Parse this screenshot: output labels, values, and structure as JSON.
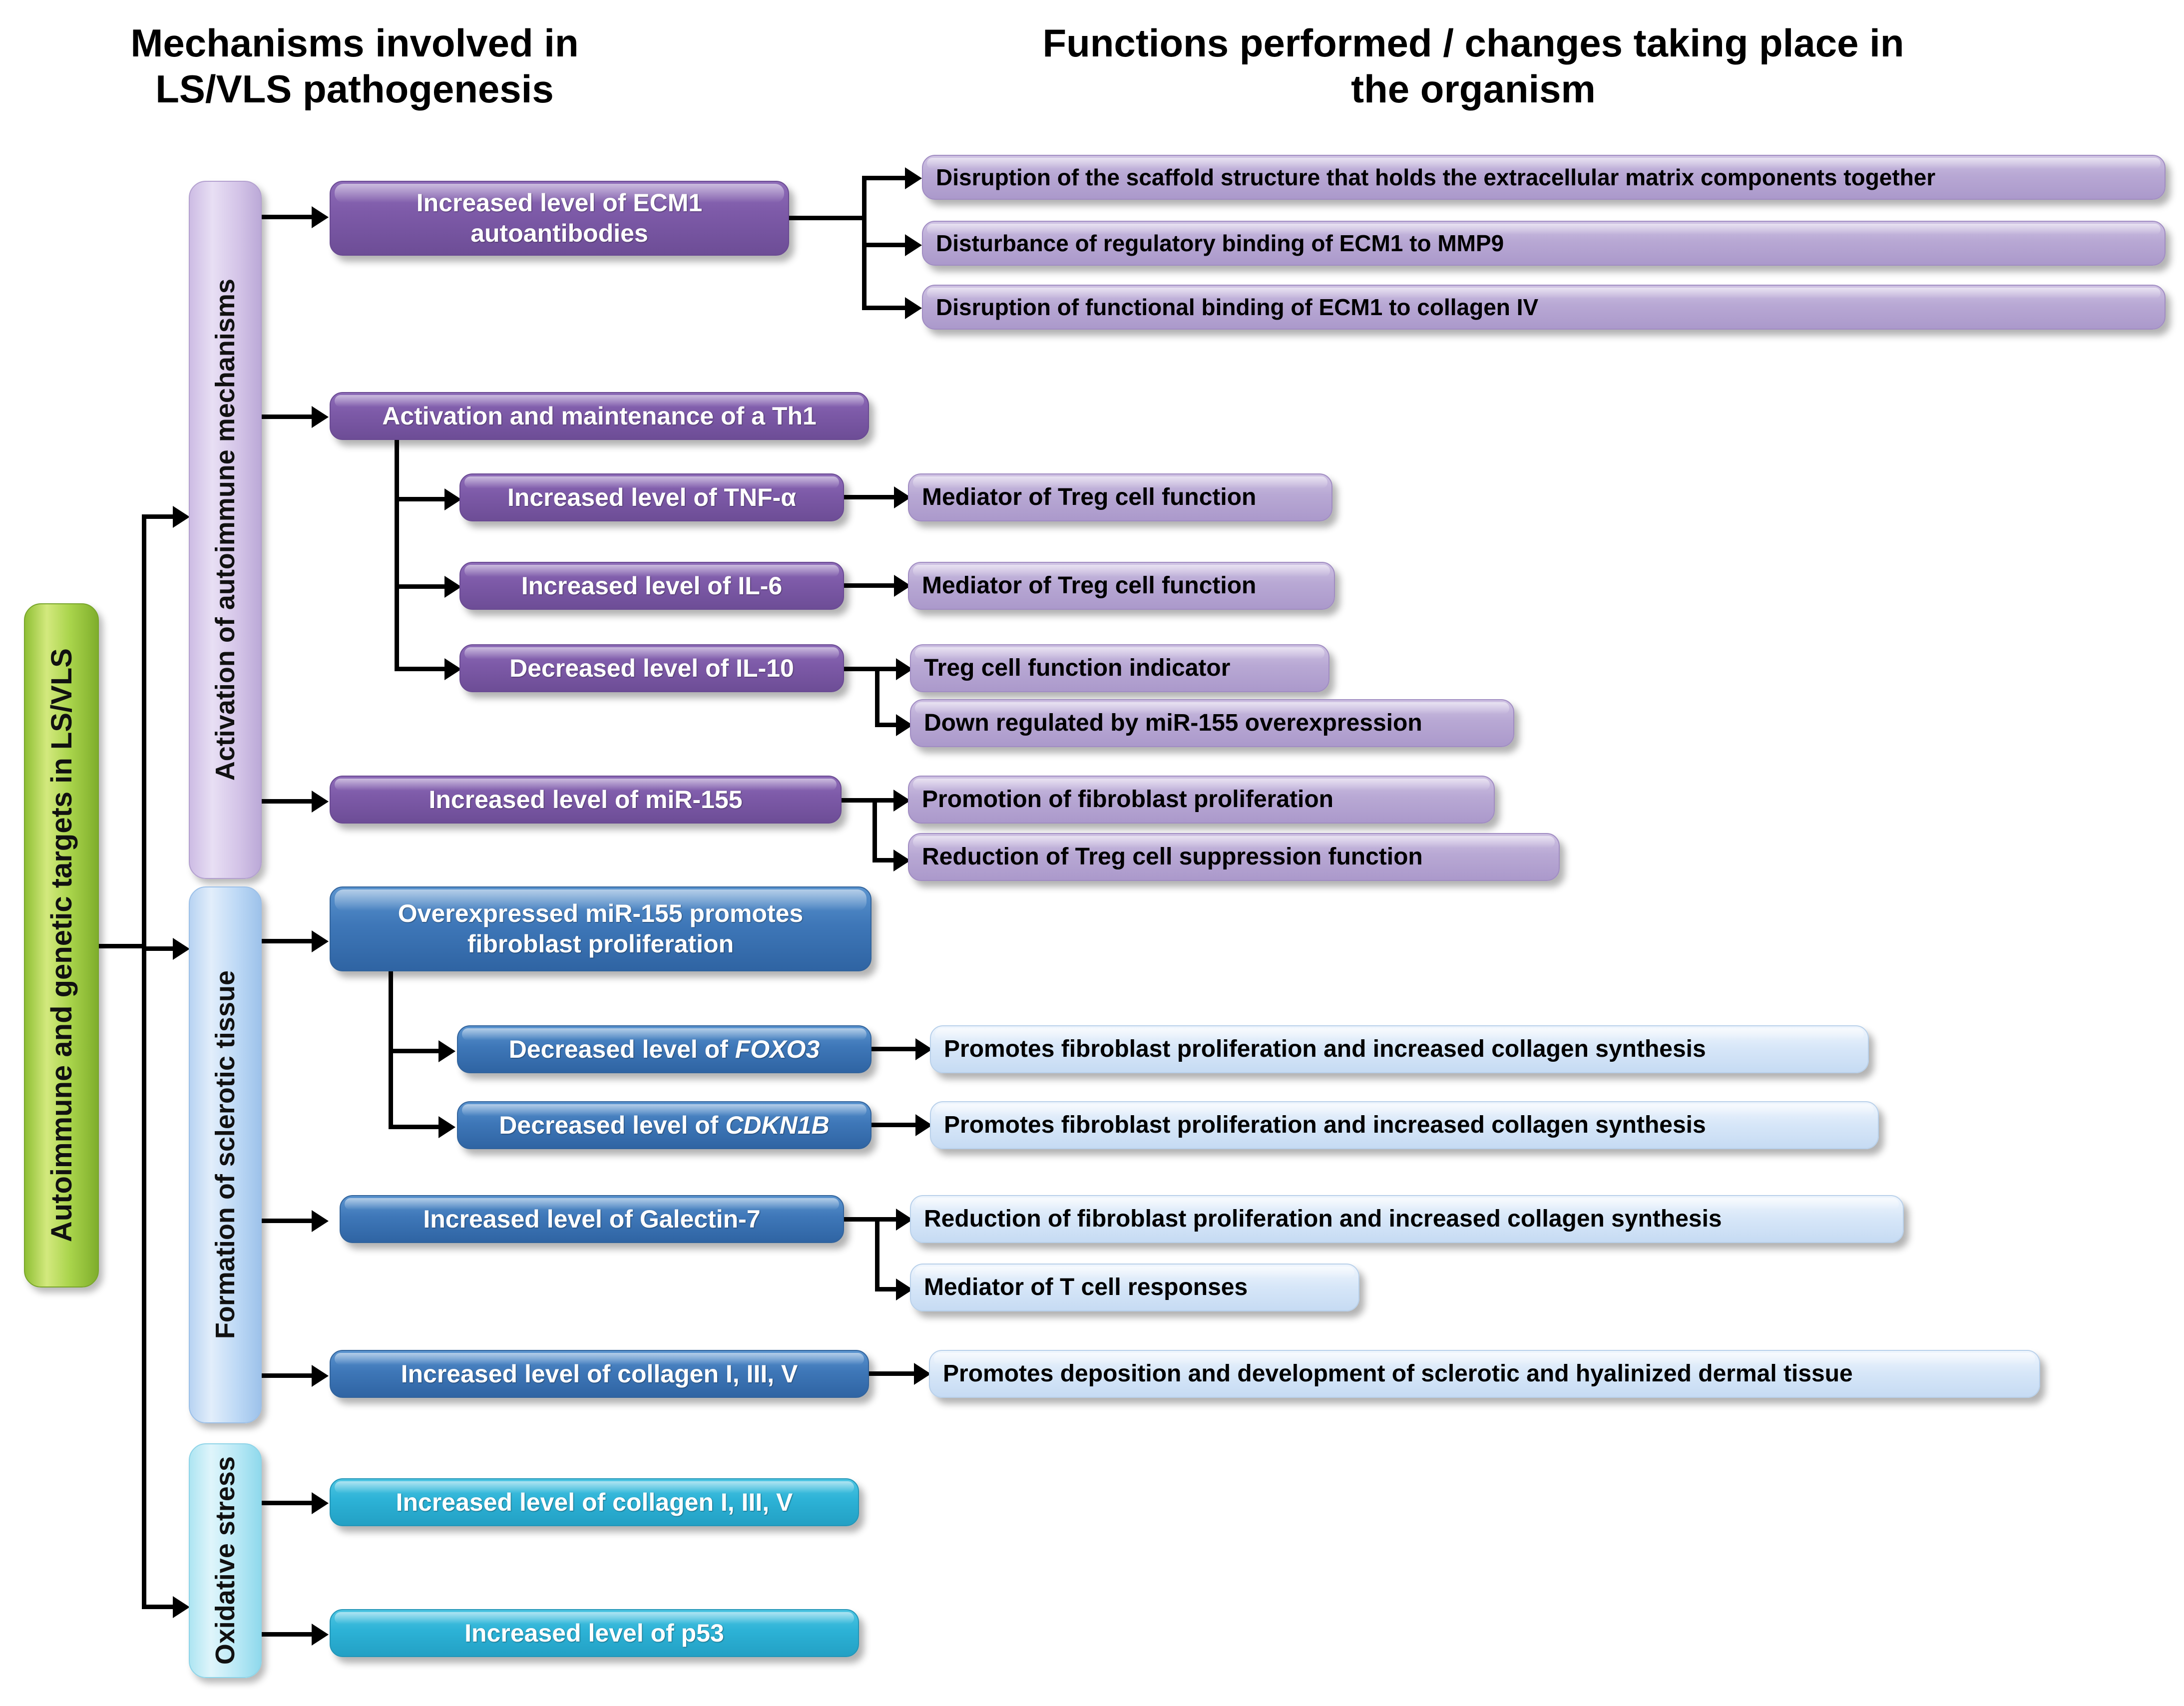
{
  "headers": {
    "left": "Mechanisms involved in LS/VLS pathogenesis",
    "right": "Functions performed / changes taking place in the organism"
  },
  "root": {
    "label": "Autoimmune and genetic targets in LS/VLS",
    "color": "#9ACD3C"
  },
  "categories": [
    {
      "id": "autoimmune",
      "label": "Activation of autoimmune mechanisms",
      "color": "#CDBCE4"
    },
    {
      "id": "sclerotic",
      "label": "Formation of sclerotic tissue",
      "color": "#B8D3F2"
    },
    {
      "id": "oxidative",
      "label": "Oxidative stress",
      "color": "#AEE5F2"
    }
  ],
  "mechanisms": {
    "ecm1": "Increased level of ECM1 autoantibodies",
    "th1": "Activation and maintenance of a Th1",
    "tnfa": "Increased level of TNF-α",
    "il6": "Increased level of IL-6",
    "il10": "Decreased  level of IL-10",
    "mir155": "Increased level of miR-155",
    "mir155fib": "Overexpressed miR-155 promotes fibroblast proliferation",
    "foxo3_pre": "Decreased  level of ",
    "foxo3_gene": "FOXO3",
    "cdkn1b_pre": "Decreased  level of ",
    "cdkn1b_gene": "CDKN1B",
    "galectin7": "Increased level of Galectin-7",
    "collagen": "Increased level of collagen I, III, V",
    "collagen_ox": "Increased level of collagen I, III, V",
    "p53": "Increased level of p53"
  },
  "functions": {
    "ecm1_f1": "Disruption of the scaffold structure that holds the extracellular  matrix components together",
    "ecm1_f2": "Disturbance of regulatory binding of ECM1 to MMP9",
    "ecm1_f3": "Disruption of functional binding of ECM1 to collagen IV",
    "tnfa_f1": "Mediator of Treg cell function",
    "il6_f1": "Mediator of Treg cell function",
    "il10_f1": "Treg cell function indicator",
    "il10_f2": "Down regulated by miR-155 overexpression",
    "mir155_f1": "Promotion of fibroblast proliferation",
    "mir155_f2": "Reduction of Treg cell suppression function",
    "foxo3_f1": "Promotes fibroblast proliferation and increased collagen synthesis",
    "cdkn1b_f1": "Promotes fibroblast proliferation and increased collagen synthesis",
    "gal7_f1": "Reduction of fibroblast proliferation and increased collagen synthesis",
    "gal7_f2": "Mediator of T cell responses",
    "collagen_f1": "Promotes deposition and development of sclerotic and hyalinized dermal tissue"
  },
  "colors": {
    "mechanism_purple": "#7B5BA6",
    "function_purple": "#B4A3CE",
    "mechanism_blue": "#3E76B5",
    "function_blue": "#D6E6F8",
    "oxidative_cyan": "#2AB1D4",
    "root_green": "#9ACD3C",
    "connector": "#000000"
  }
}
